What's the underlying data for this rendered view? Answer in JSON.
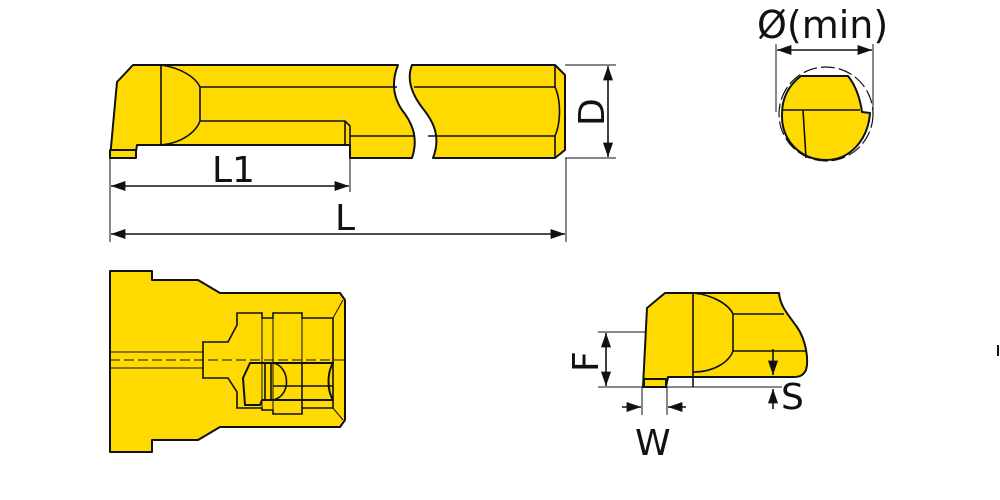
{
  "colors": {
    "body": "#FFDA00",
    "outline": "#111111",
    "background": "#FFFFFF"
  },
  "labels": {
    "min_diameter": "Ø(min)",
    "D": "D",
    "L1": "L1",
    "L": "L",
    "F": "F",
    "S": "S",
    "W": "W"
  }
}
